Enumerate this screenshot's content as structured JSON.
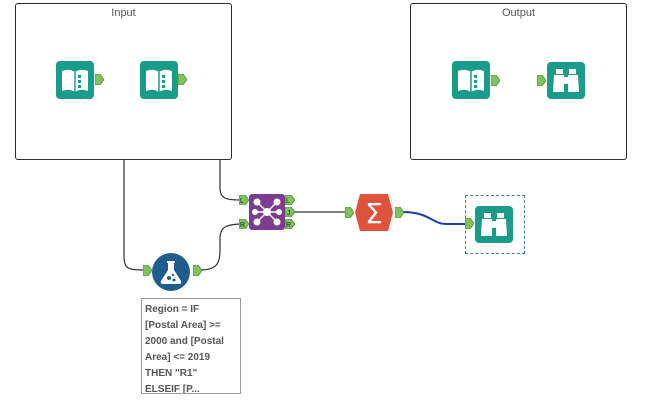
{
  "containers": {
    "input_title": "Input",
    "output_title": "Output"
  },
  "annotation": {
    "text": "Region = IF\n[Postal Area] >=\n2000 and [Postal\nArea] <= 2019\nTHEN \"R1\"\nELSEIF [P..."
  },
  "join_tool": {
    "input_left_label": "L",
    "input_right_label": "R",
    "output_left_label": "L",
    "output_join_label": "J",
    "output_right_label": "R"
  },
  "summarize_tool": {
    "symbol": "Σ"
  },
  "icons": {
    "input_data_1": "book-icon",
    "input_data_2": "book-icon",
    "output_input_data": "book-icon",
    "output_browse": "binoculars-icon",
    "formula": "flask-icon",
    "join": "join-icon",
    "summarize": "sigma-icon",
    "browse": "binoculars-icon"
  },
  "colors": {
    "teal": "#1a9c8a",
    "purple": "#7a3d8f",
    "orange_red": "#e0533b",
    "formula_blue": "#1f5d8f",
    "anchor_green": "#7dc55b",
    "selected_wire": "#1f3fa8"
  }
}
